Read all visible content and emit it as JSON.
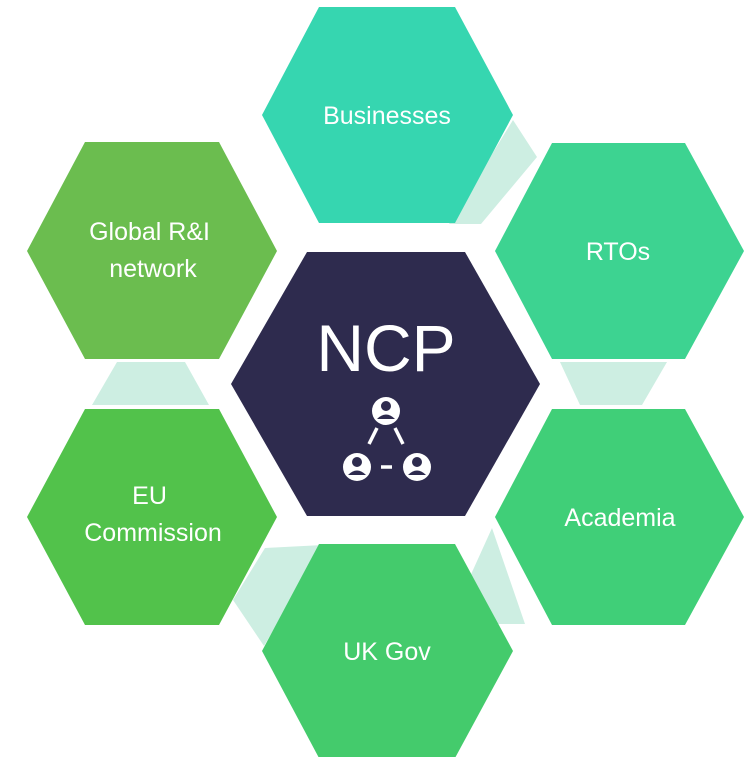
{
  "center": {
    "label": "NCP",
    "color": "#2e2b4e",
    "icon": "network-people-icon"
  },
  "nodes": [
    {
      "id": "businesses",
      "lines": [
        "Businesses"
      ],
      "color": "#36d6b0"
    },
    {
      "id": "rtos",
      "lines": [
        "RTOs"
      ],
      "color": "#3dd391"
    },
    {
      "id": "academia",
      "lines": [
        "Academia"
      ],
      "color": "#40cf78"
    },
    {
      "id": "uk-gov",
      "lines": [
        "UK Gov"
      ],
      "color": "#44cb6c"
    },
    {
      "id": "eu-commission",
      "lines": [
        "EU",
        "Commission"
      ],
      "color": "#52c24b"
    },
    {
      "id": "global-network",
      "lines": [
        "Global R&I",
        "network"
      ],
      "color": "#6bbd4f"
    }
  ],
  "connector_color": "#cdeee2"
}
